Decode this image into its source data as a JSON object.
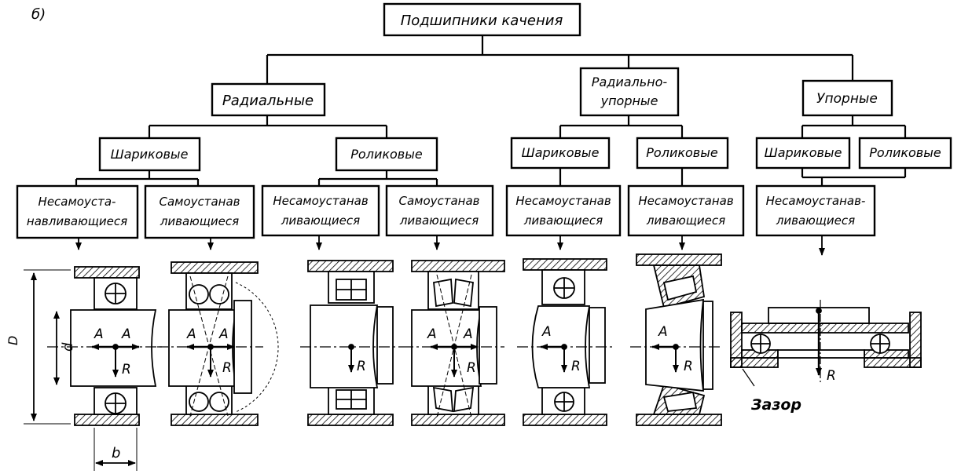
{
  "figure_label": "б)",
  "root": {
    "label": "Подшипники качения"
  },
  "categories": [
    {
      "label": "Радиальные",
      "groups": [
        {
          "label": "Шариковые",
          "variants": [
            {
              "lines": [
                "Несамоуста-",
                "навливающиеся"
              ]
            },
            {
              "lines": [
                "Самоустанав",
                "ливающиеся"
              ]
            }
          ]
        },
        {
          "label": "Роликовые",
          "variants": [
            {
              "lines": [
                "Несамоустанав",
                "ливающиеся"
              ]
            },
            {
              "lines": [
                "Самоустанав",
                "ливающиеся"
              ]
            }
          ]
        }
      ]
    },
    {
      "label_lines": [
        "Радиально-",
        "упорные"
      ],
      "groups": [
        {
          "label": "Шариковые",
          "variants": [
            {
              "lines": [
                "Несамоустанав",
                "ливающиеся"
              ]
            }
          ]
        },
        {
          "label": "Роликовые",
          "variants": [
            {
              "lines": [
                "Несамоустанав",
                "ливающиеся"
              ]
            }
          ]
        }
      ]
    },
    {
      "label": "Упорные",
      "groups": [
        {
          "label": "Шариковые"
        },
        {
          "label": "Роликовые"
        }
      ],
      "shared_variant": {
        "lines": [
          "Несамоустанав-",
          "ливающиеся"
        ]
      }
    }
  ],
  "dimensions": {
    "D": "D",
    "d": "d",
    "b": "b"
  },
  "force_labels": {
    "axial": "A",
    "radial": "R"
  },
  "gap_label": "Зазор"
}
